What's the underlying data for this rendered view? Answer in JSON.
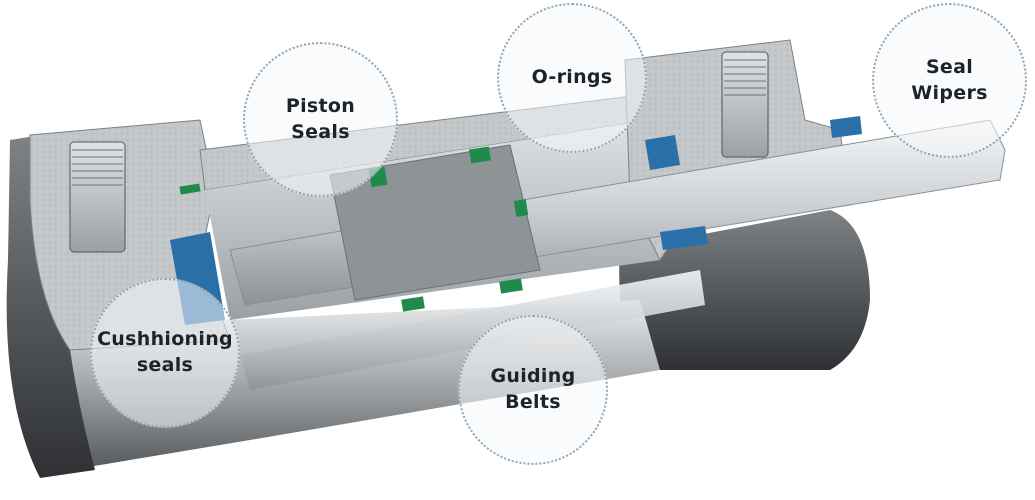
{
  "colors": {
    "housing": "#c4c7c9",
    "seal_blue": "#2b6fa8",
    "seal_green": "#1f8a4c",
    "rod": "#d6dbdf",
    "callout_border": "#8fa4b4",
    "label_text": "#1d2329"
  },
  "callouts": [
    {
      "id": "piston-seals",
      "label": "Piston\nSeals"
    },
    {
      "id": "o-rings",
      "label": "O-rings"
    },
    {
      "id": "seal-wipers",
      "label": "Seal\nWipers"
    },
    {
      "id": "cushioning-seals",
      "label": "Cushhioning\nseals"
    },
    {
      "id": "guiding-belts",
      "label": "Guiding\nBelts"
    }
  ]
}
